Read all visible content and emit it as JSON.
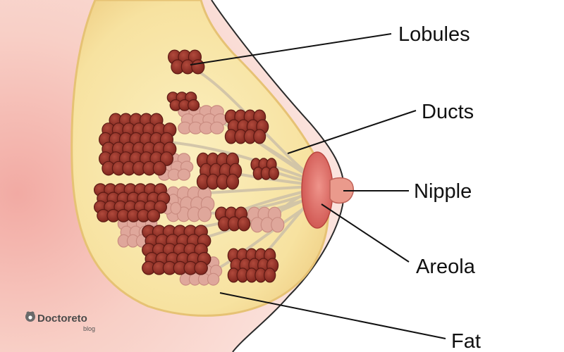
{
  "labels": {
    "lobules": "Lobules",
    "ducts": "Ducts",
    "nipple": "Nipple",
    "areola": "Areola",
    "fat": "Fat"
  },
  "watermark": {
    "name": "Doctoreto",
    "sub": "blog"
  },
  "colors": {
    "skin": "#f6c6be",
    "fat": "#f7e6a6",
    "lobule_dark": "#8f2f24",
    "lobule_light": "#dfa79b",
    "areola": "#e0726a",
    "nipple": "#ea9a8c",
    "duct": "#cfc2a8"
  }
}
